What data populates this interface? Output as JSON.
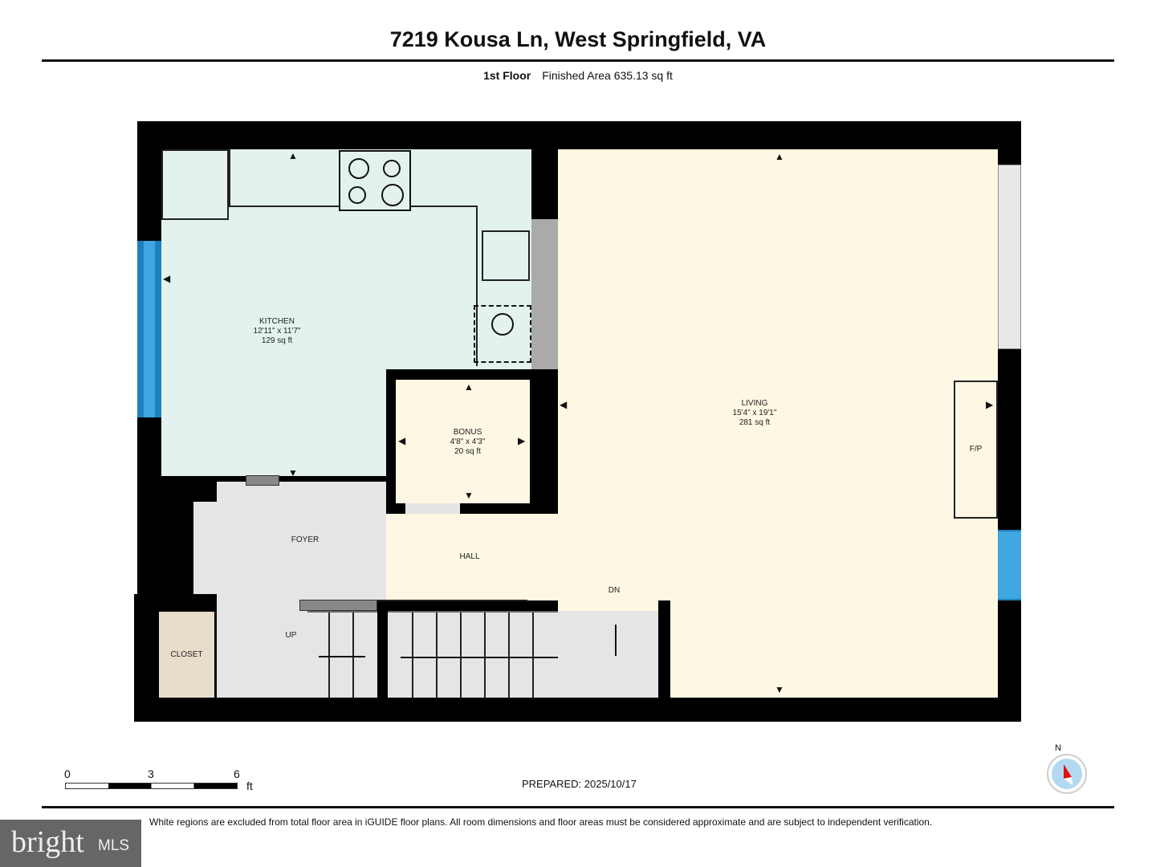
{
  "header": {
    "title": "7219 Kousa Ln, West Springfield, VA",
    "floor": "1st Floor",
    "finished_area": "Finished Area 635.13 sq ft"
  },
  "rooms": {
    "kitchen": {
      "name": "KITCHEN",
      "dims": "12'11\" x 11'7\"",
      "area": "129 sq ft"
    },
    "bonus": {
      "name": "BONUS",
      "dims": "4'8\" x 4'3\"",
      "area": "20 sq ft"
    },
    "living": {
      "name": "LIVING",
      "dims": "15'4\" x 19'1\"",
      "area": "281 sq ft"
    },
    "foyer": {
      "name": "FOYER"
    },
    "hall": {
      "name": "HALL"
    },
    "closet": {
      "name": "CLOSET"
    },
    "fireplace": "F/P",
    "up": "UP",
    "dn": "DN"
  },
  "scale": {
    "ticks": [
      "0",
      "3",
      "6"
    ],
    "unit": "ft"
  },
  "prepared": "PREPARED: 2025/10/17",
  "compass": "N",
  "footer": "White regions are excluded from total floor area in iGUIDE floor plans. All room dimensions and floor areas must be considered approximate and are subject to independent verification.",
  "brand": {
    "name": "bright",
    "suffix": "MLS"
  }
}
